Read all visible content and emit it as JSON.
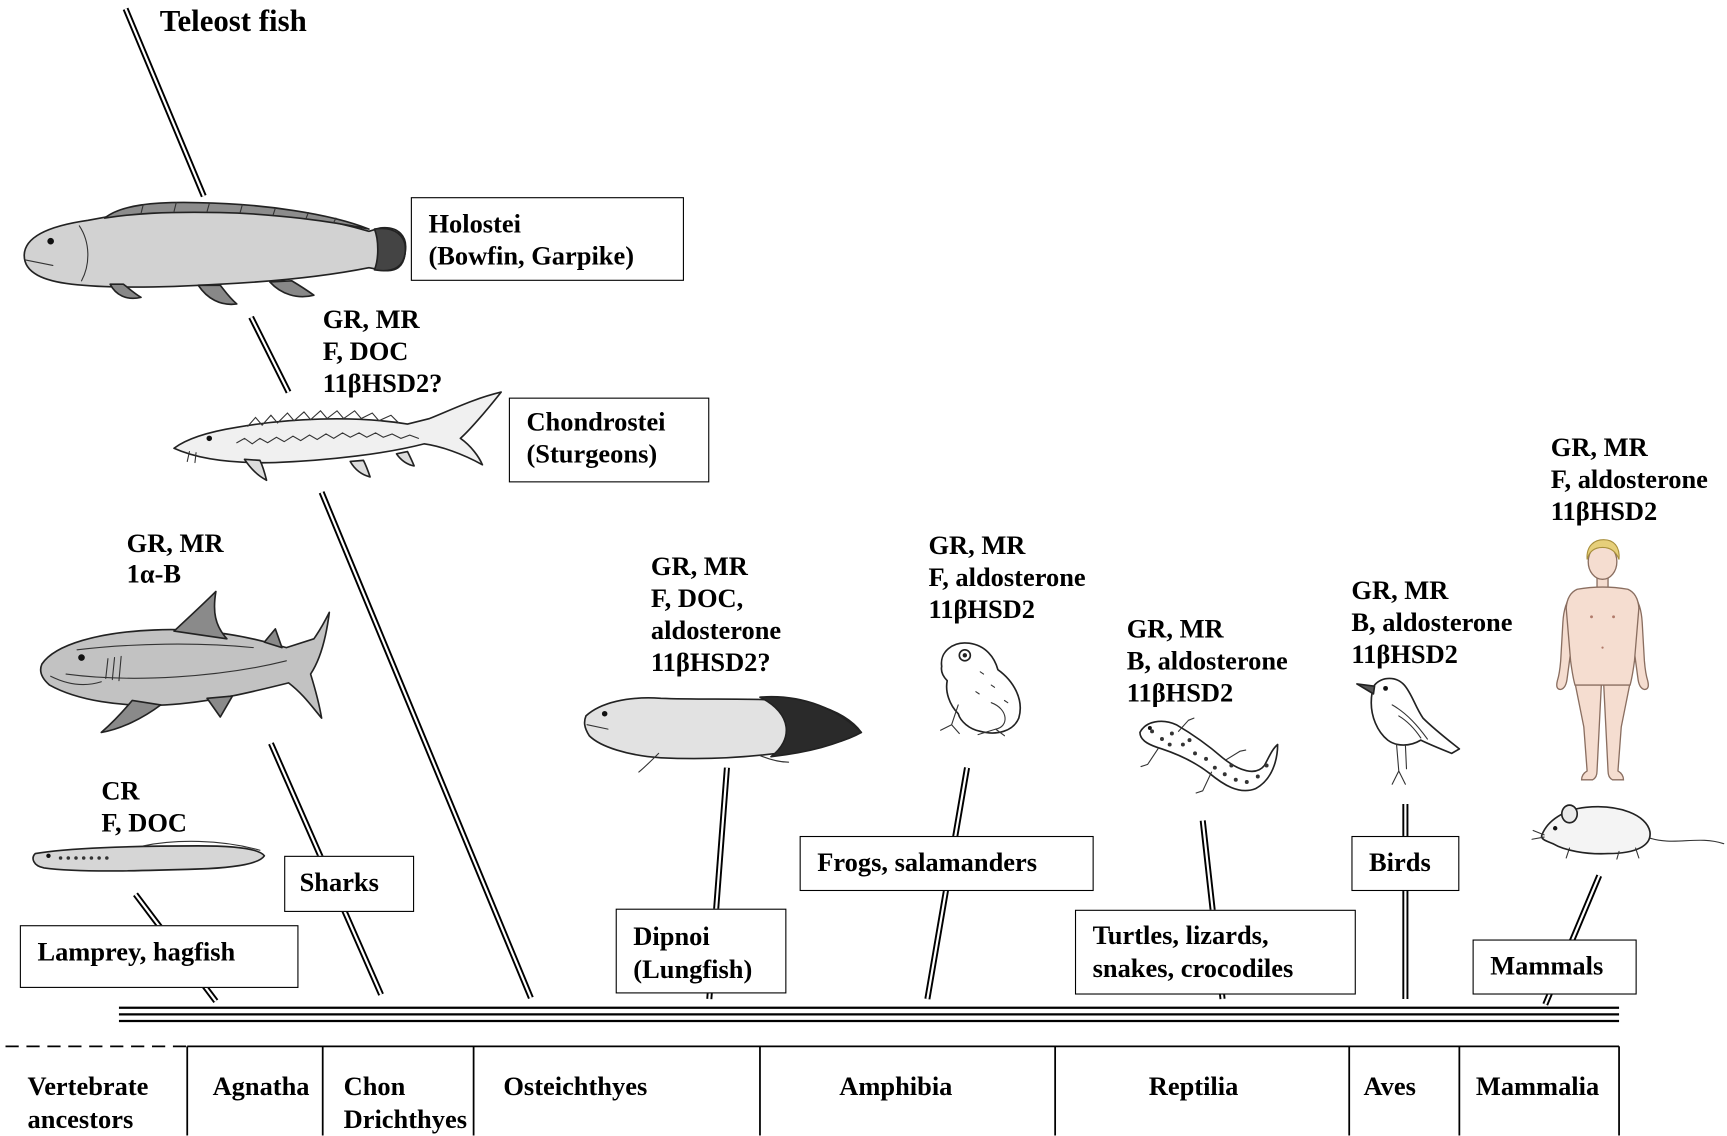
{
  "top_label": "Teleost fish",
  "boxes": {
    "holostei": [
      "Holostei",
      "(Bowfin, Garpike)"
    ],
    "chondrostei": [
      "Chondrostei",
      "(Sturgeons)"
    ],
    "sharks": [
      "Sharks"
    ],
    "lamprey": [
      "Lamprey, hagfish"
    ],
    "dipnoi": [
      "Dipnoi",
      "(Lungfish)"
    ],
    "frogs": [
      "Frogs, salamanders"
    ],
    "turtles": [
      "Turtles, lizards,",
      "snakes, crocodiles"
    ],
    "birds": [
      "Birds"
    ],
    "mammals": [
      "Mammals"
    ]
  },
  "annotations": {
    "chondrostei": [
      "GR, MR",
      "F, DOC",
      "11βHSD2?"
    ],
    "sharks": [
      "GR, MR",
      "1α-B"
    ],
    "lamprey": [
      "CR",
      "F, DOC"
    ],
    "lungfish": [
      "GR, MR",
      "F, DOC,",
      "aldosterone",
      "11βHSD2?"
    ],
    "amphibians": [
      "GR, MR",
      "F, aldosterone",
      "11βHSD2"
    ],
    "reptiles": [
      "GR, MR",
      "B, aldosterone",
      "11βHSD2"
    ],
    "birds": [
      "GR, MR",
      "B, aldosterone",
      "11βHSD2"
    ],
    "mammals": [
      "GR, MR",
      "F, aldosterone",
      "11βHSD2"
    ]
  },
  "classes": {
    "ancestors": [
      "Vertebrate",
      "ancestors"
    ],
    "agnatha": [
      "Agnatha"
    ],
    "chondrichthyes": [
      "Chon",
      "Drichthyes"
    ],
    "osteichthyes": [
      "Osteichthyes"
    ],
    "amphibia": [
      "Amphibia"
    ],
    "reptilia": [
      "Reptilia"
    ],
    "aves": [
      "Aves"
    ],
    "mammalia": [
      "Mammalia"
    ]
  },
  "colors": {
    "ink": "#000000",
    "paper": "#ffffff",
    "skin": "#f5ddd0",
    "hair": "#e6cf7a"
  }
}
